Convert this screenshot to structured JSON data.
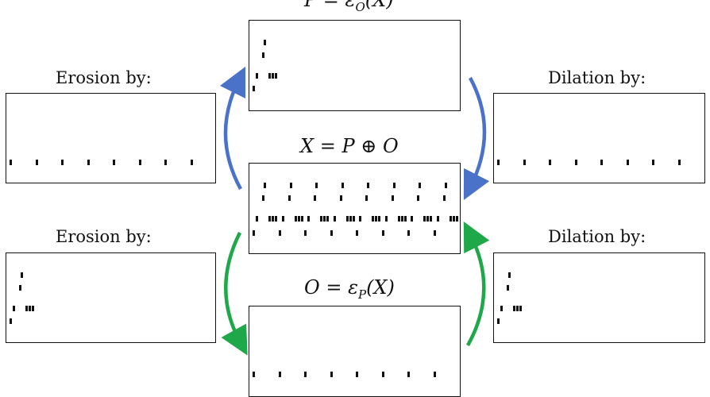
{
  "labels": {
    "top_left": "Erosion by:",
    "top_right": "Dilation by:",
    "bottom_left": "Erosion by:",
    "bottom_right": "Dilation by:",
    "eq_top": {
      "lhs": "P",
      "eq": "=",
      "fn": "ε",
      "sub": "O",
      "arg": "(X)"
    },
    "eq_mid": {
      "lhs": "X",
      "eq": "=",
      "a": "P",
      "op": "⊕",
      "b": "O"
    },
    "eq_bot": {
      "lhs": "O",
      "eq": "=",
      "fn": "ε",
      "sub": "P",
      "arg": "(X)"
    }
  },
  "colors": {
    "blue_arrow": "#4a72c8",
    "green_arrow": "#1fa84a"
  }
}
